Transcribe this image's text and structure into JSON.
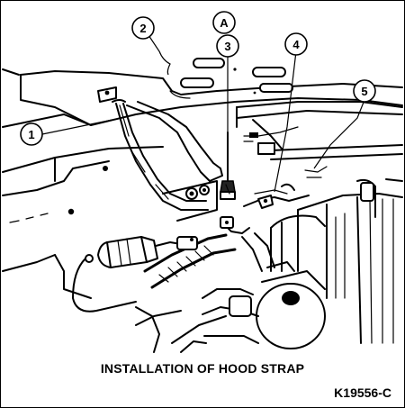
{
  "caption": "INSTALLATION OF HOOD STRAP",
  "figure_code": "K19556-C",
  "callouts": {
    "c1": "1",
    "c2": "2",
    "c3": "3",
    "c4": "4",
    "c5": "5",
    "cA": "A"
  }
}
